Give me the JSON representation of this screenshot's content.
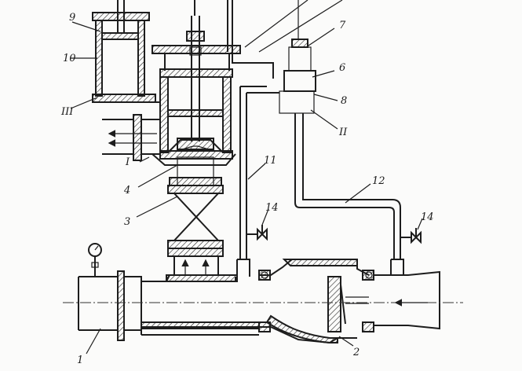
{
  "labels": {
    "l1": "1",
    "l2": "2",
    "l3": "3",
    "l4": "4",
    "l6": "6",
    "l7": "7",
    "l8": "8",
    "l9": "9",
    "l10": "10",
    "l11": "11",
    "l12": "12",
    "l14a": "14",
    "l14b": "14",
    "lI": "I",
    "lII": "II",
    "lIII": "III"
  }
}
